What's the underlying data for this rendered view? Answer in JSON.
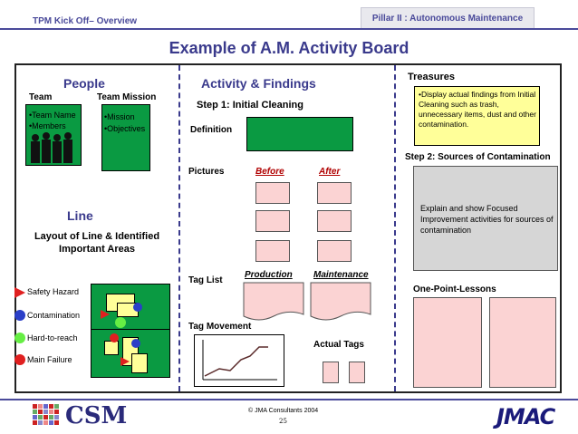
{
  "header": {
    "left_title": "TPM Kick Off– Overview",
    "pillar": "Pillar II : Autonomous Maintenance"
  },
  "title": "Example of A.M. Activity Board",
  "people": {
    "heading": "People",
    "team_label": "Team",
    "team_mission_label": "Team Mission",
    "team_items": [
      "•Team Name",
      "•Members"
    ],
    "mission_items": [
      "•Mission",
      "•Objectives"
    ]
  },
  "line": {
    "heading": "Line",
    "subheading": "Layout of Line & Identified Important Areas",
    "legend": [
      {
        "label": "Safety Hazard",
        "color": "#e02020",
        "shape": "triangle"
      },
      {
        "label": "Contamination",
        "color": "#2b3fc8",
        "shape": "circle"
      },
      {
        "label": "Hard-to-reach",
        "color": "#66ee44",
        "shape": "circle"
      },
      {
        "label": "Main Failure",
        "color": "#e02020",
        "shape": "circle"
      }
    ]
  },
  "activity": {
    "heading": "Activity & Findings",
    "step1": "Step 1: Initial Cleaning",
    "definition_label": "Definition",
    "pictures_label": "Pictures",
    "before_label": "Before",
    "after_label": "After",
    "tag_list_label": "Tag List",
    "production_label": "Production",
    "maintenance_label": "Maintenance",
    "tag_movement_label": "Tag Movement",
    "actual_tags_label": "Actual Tags"
  },
  "treasures": {
    "heading": "Treasures",
    "note": "•Display actual findings from Initial Cleaning such as trash, unnecessary items, dust and other contamination.",
    "step2": "Step 2: Sources of Contamination",
    "step2_box": "Explain and show Focused Improvement activities for sources of contamination",
    "opl_label": "One-Point-Lessons"
  },
  "footer": {
    "copyright": "© JMA Consultants 2004",
    "page": "25",
    "csm": "CSM",
    "jmac": "JMAC"
  },
  "colors": {
    "accent": "#3a3a8c",
    "green": "#0a9a42",
    "pink": "#fbd3d3",
    "yellow": "#ffff99",
    "gray": "#d6d6d6"
  }
}
